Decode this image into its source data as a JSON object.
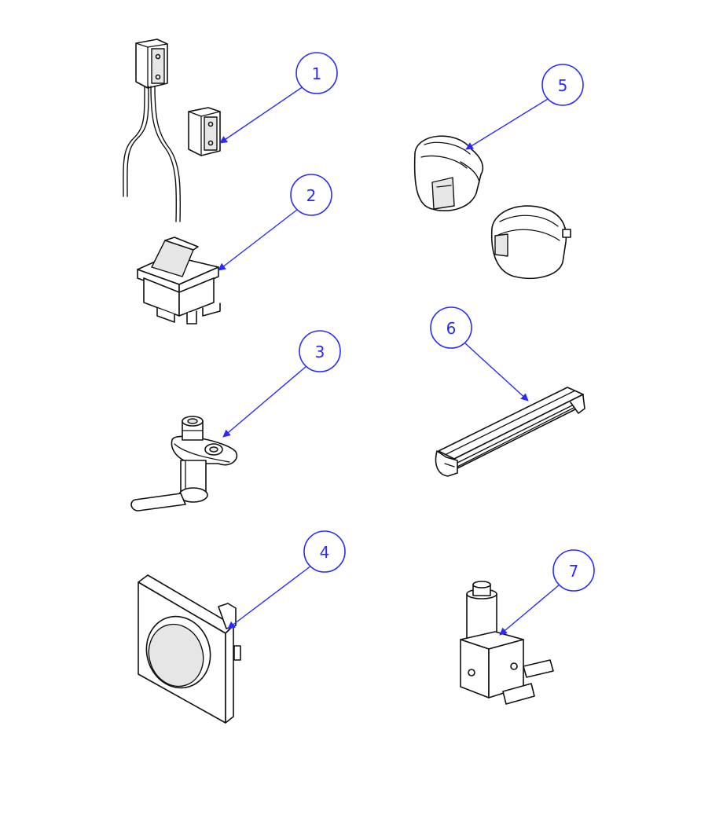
{
  "colors": {
    "callout": "#2a2aff",
    "outline": "#111111"
  },
  "callouts": [
    {
      "label": "1"
    },
    {
      "label": "2"
    },
    {
      "label": "3"
    },
    {
      "label": "4"
    },
    {
      "label": "5"
    },
    {
      "label": "6"
    },
    {
      "label": "7"
    }
  ]
}
